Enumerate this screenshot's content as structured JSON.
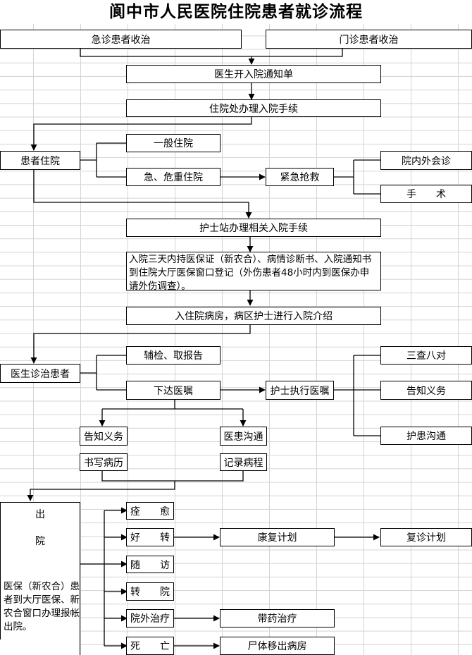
{
  "title": "阆中市人民医院住院患者就诊流程",
  "nodes": {
    "emergency_admission": "急诊患者收治",
    "outpatient_admission": "门诊患者收治",
    "doctor_notice": "医生开入院通知单",
    "admission_office": "住院处办理入院手续",
    "patient_admitted": "患者住院",
    "general_admission": "一般住院",
    "critical_admission": "急、危重住院",
    "emergency_rescue": "紧急抢救",
    "consultation": "院内外会诊",
    "surgery": "手　　术",
    "nurse_station": "护士站办理相关入院手续",
    "insurance_registration": "入院三天内持医保证（新农合）、病情诊断书、入院通知书到住院大厅医保窗口登记（外伤患者48小时内到医保办申请外伤调查）。",
    "ward_intro": "入住院病房，病区护士进行入院介绍",
    "doctor_treat": "医生诊治患者",
    "aux_exam": "辅检、取报告",
    "orders": "下达医嘱",
    "nurse_execute": "护士执行医嘱",
    "three_checks": "三查八对",
    "inform_rights_nurse": "告知义务",
    "nurse_comm": "护患沟通",
    "inform_rights_doc": "告知义务",
    "doc_comm": "医患沟通",
    "write_record": "书写病历",
    "record_course": "记录病程",
    "discharge_1": "出",
    "discharge_2": "院",
    "discharge_note": "医保（新农合）患者到大厅医保、新农合窗口办理报帐出院。",
    "cured": "痊　　愈",
    "improved": "好　　转",
    "followup": "随　　访",
    "transfer": "转　　院",
    "outside_treat": "院外治疗",
    "death": "死　　亡",
    "rehab_plan": "康复计划",
    "revisit_plan": "复诊计划",
    "take_medicine": "带药治疗",
    "remove_body": "尸体移出病房"
  }
}
